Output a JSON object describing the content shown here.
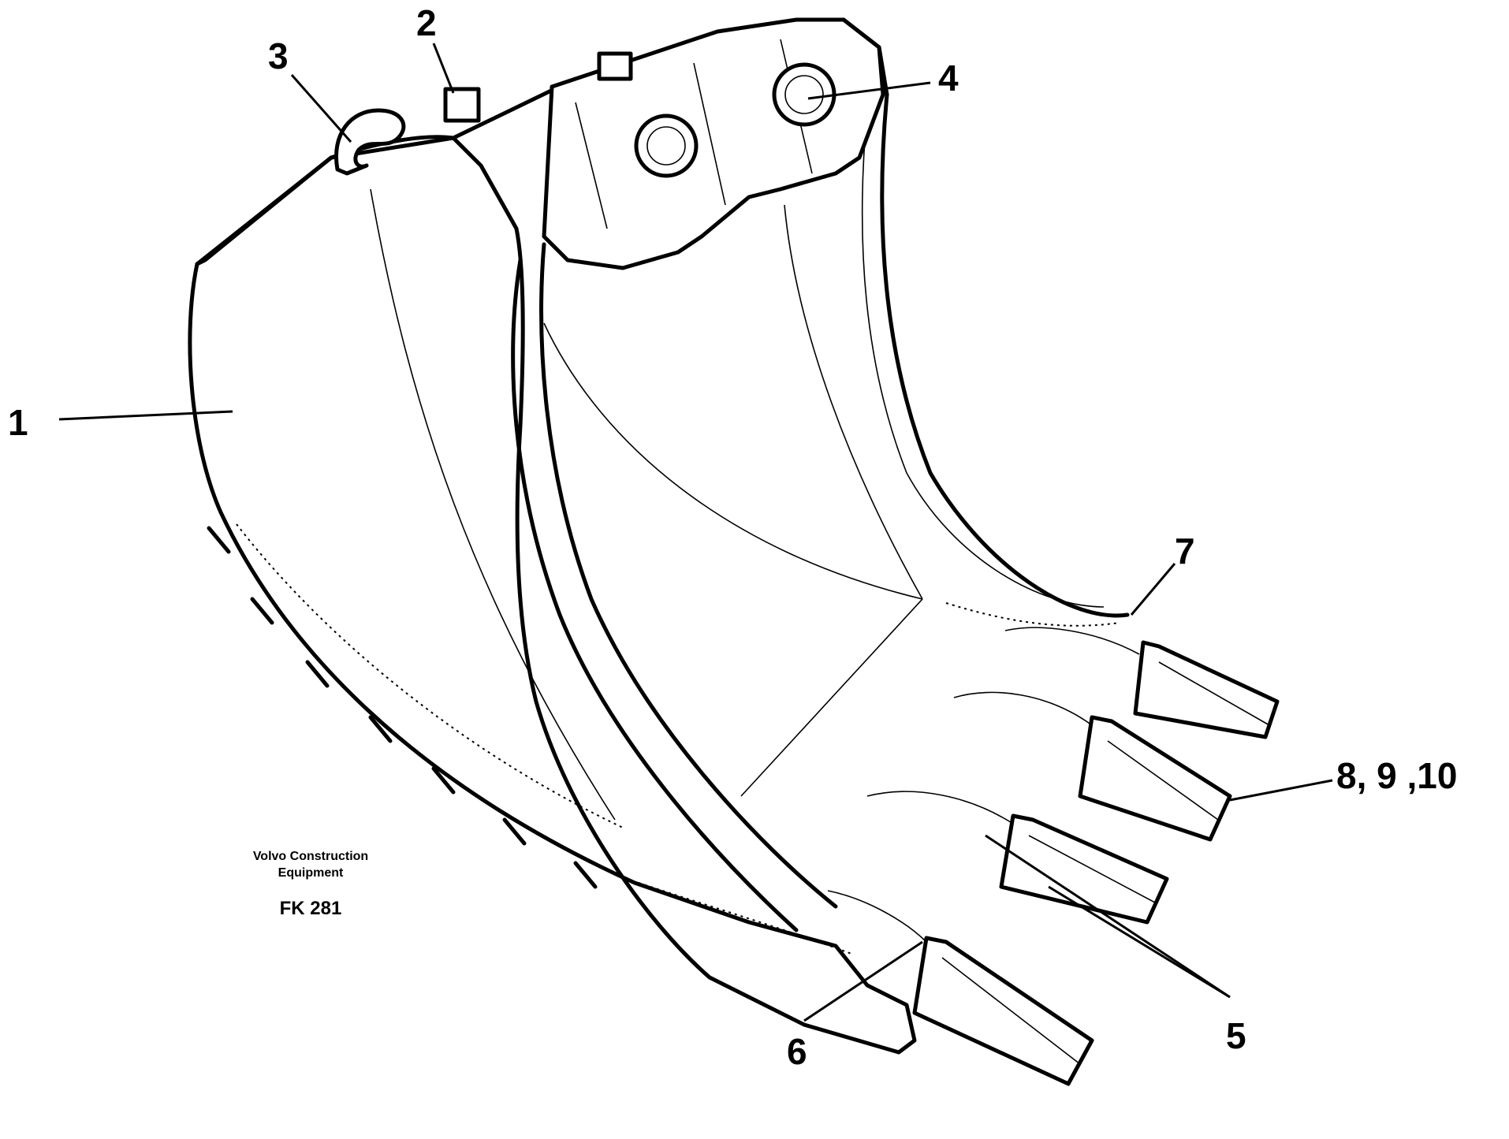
{
  "diagram": {
    "callouts": {
      "c1": "1",
      "c2": "2",
      "c3": "3",
      "c4": "4",
      "c5": "5",
      "c6": "6",
      "c7": "7",
      "c8": "8, 9 ,10"
    },
    "credit_line1": "Volvo Construction",
    "credit_line2": "Equipment",
    "figure_code": "FK 281"
  }
}
